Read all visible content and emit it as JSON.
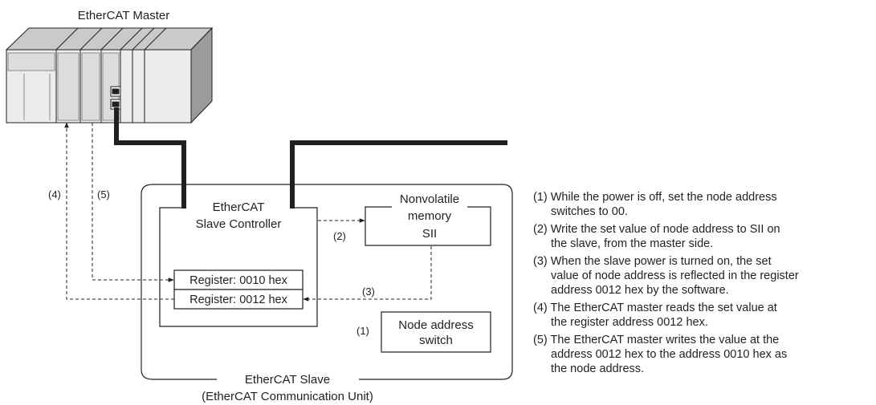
{
  "master": {
    "label": "EtherCAT Master"
  },
  "slave": {
    "title": "EtherCAT Slave",
    "subtitle": "(EtherCAT Communication Unit)",
    "controller": {
      "line1": "EtherCAT",
      "line2": "Slave Controller"
    },
    "registers": [
      "Register: 0010 hex",
      "Register: 0012 hex"
    ],
    "memory": {
      "line1": "Nonvolatile",
      "line2": "memory",
      "line3": "SII"
    },
    "switch": {
      "line1": "Node address",
      "line2": "switch"
    }
  },
  "step_markers": {
    "s1": "(1)",
    "s2": "(2)",
    "s3": "(3)",
    "s4": "(4)",
    "s5": "(5)"
  },
  "steps": [
    [
      "(1) While the power is off, set the node address",
      "switches to 00."
    ],
    [
      "(2) Write the set value of node address to SII on",
      "the slave, from the master side."
    ],
    [
      "(3) When the slave power is turned on, the set",
      "value of node address is reflected in the register",
      "address 0012 hex by the software."
    ],
    [
      "(4) The EtherCAT master reads the set value at",
      "the register address 0012 hex."
    ],
    [
      "(5) The EtherCAT master writes the value at the",
      "address 0012 hex to the address 0010 hex as",
      "the node address."
    ]
  ]
}
